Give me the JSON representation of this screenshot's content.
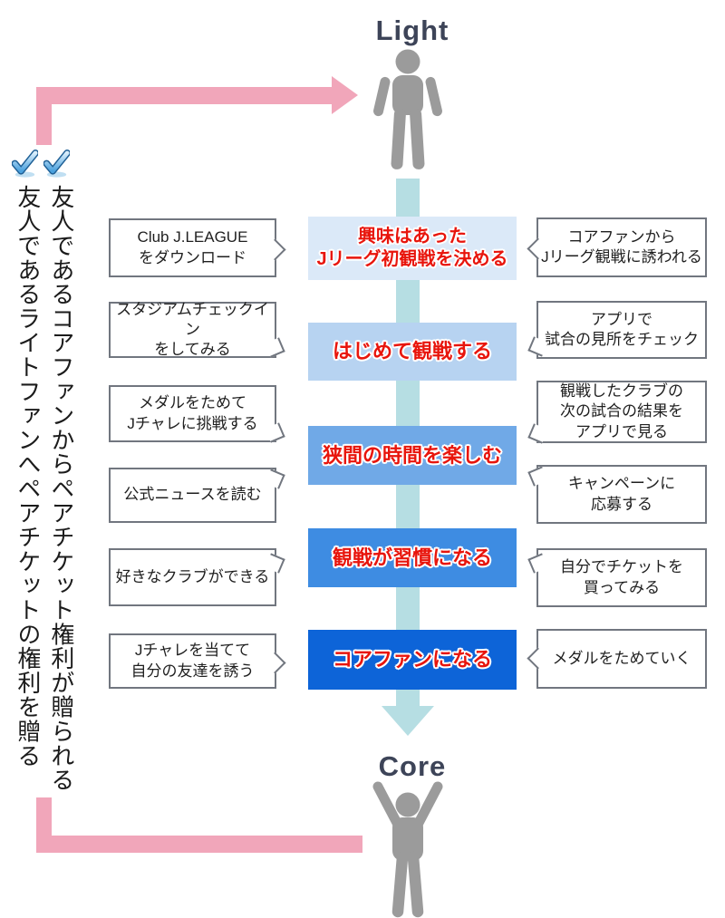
{
  "title": "Light to Core fan journey diagram",
  "endpoints": {
    "light_label": "Light",
    "core_label": "Core"
  },
  "gift_notes": {
    "receive": "友人であるコアファンからペアチケット権利が贈られる",
    "give": "友人であるライトファンへペアチケットの権利を贈る"
  },
  "stages": [
    {
      "label": "興味はあった\nJリーグ初観戦を決める",
      "color": "#dbe9f8"
    },
    {
      "label": "はじめて観戦する",
      "color": "#b7d3f1"
    },
    {
      "label": "狭間の時間を楽しむ",
      "color": "#70a9e7"
    },
    {
      "label": "観戦が習慣になる",
      "color": "#3e8ce2"
    },
    {
      "label": "コアファンになる",
      "color": "#0d64d8"
    }
  ],
  "left_callouts": [
    {
      "text": "Club J.LEAGUE\nをダウンロード"
    },
    {
      "text": "スタジアムチェックイン\nをしてみる"
    },
    {
      "text": "メダルをためて\nJチャレに挑戦する"
    },
    {
      "text": "公式ニュースを読む"
    },
    {
      "text": "好きなクラブができる"
    },
    {
      "text": "Jチャレを当てて\n自分の友達を誘う"
    }
  ],
  "right_callouts": [
    {
      "text": "コアファンから\nJリーグ観戦に誘われる"
    },
    {
      "text": "アプリで\n試合の見所をチェック"
    },
    {
      "text": "観戦したクラブの\n次の試合の結果を\nアプリで見る"
    },
    {
      "text": "キャンペーンに\n応募する"
    },
    {
      "text": "自分でチケットを\n買ってみる"
    },
    {
      "text": "メダルをためていく"
    }
  ],
  "colors": {
    "gift_arrow_pink": "#f1a6ba",
    "flow_arrow_teal": "#b6dee3",
    "endpoint_navy": "#3d4458",
    "stage_text_red": "#e8150c",
    "person_gray": "#9b9b9b",
    "callout_border_gray": "#71767f"
  }
}
